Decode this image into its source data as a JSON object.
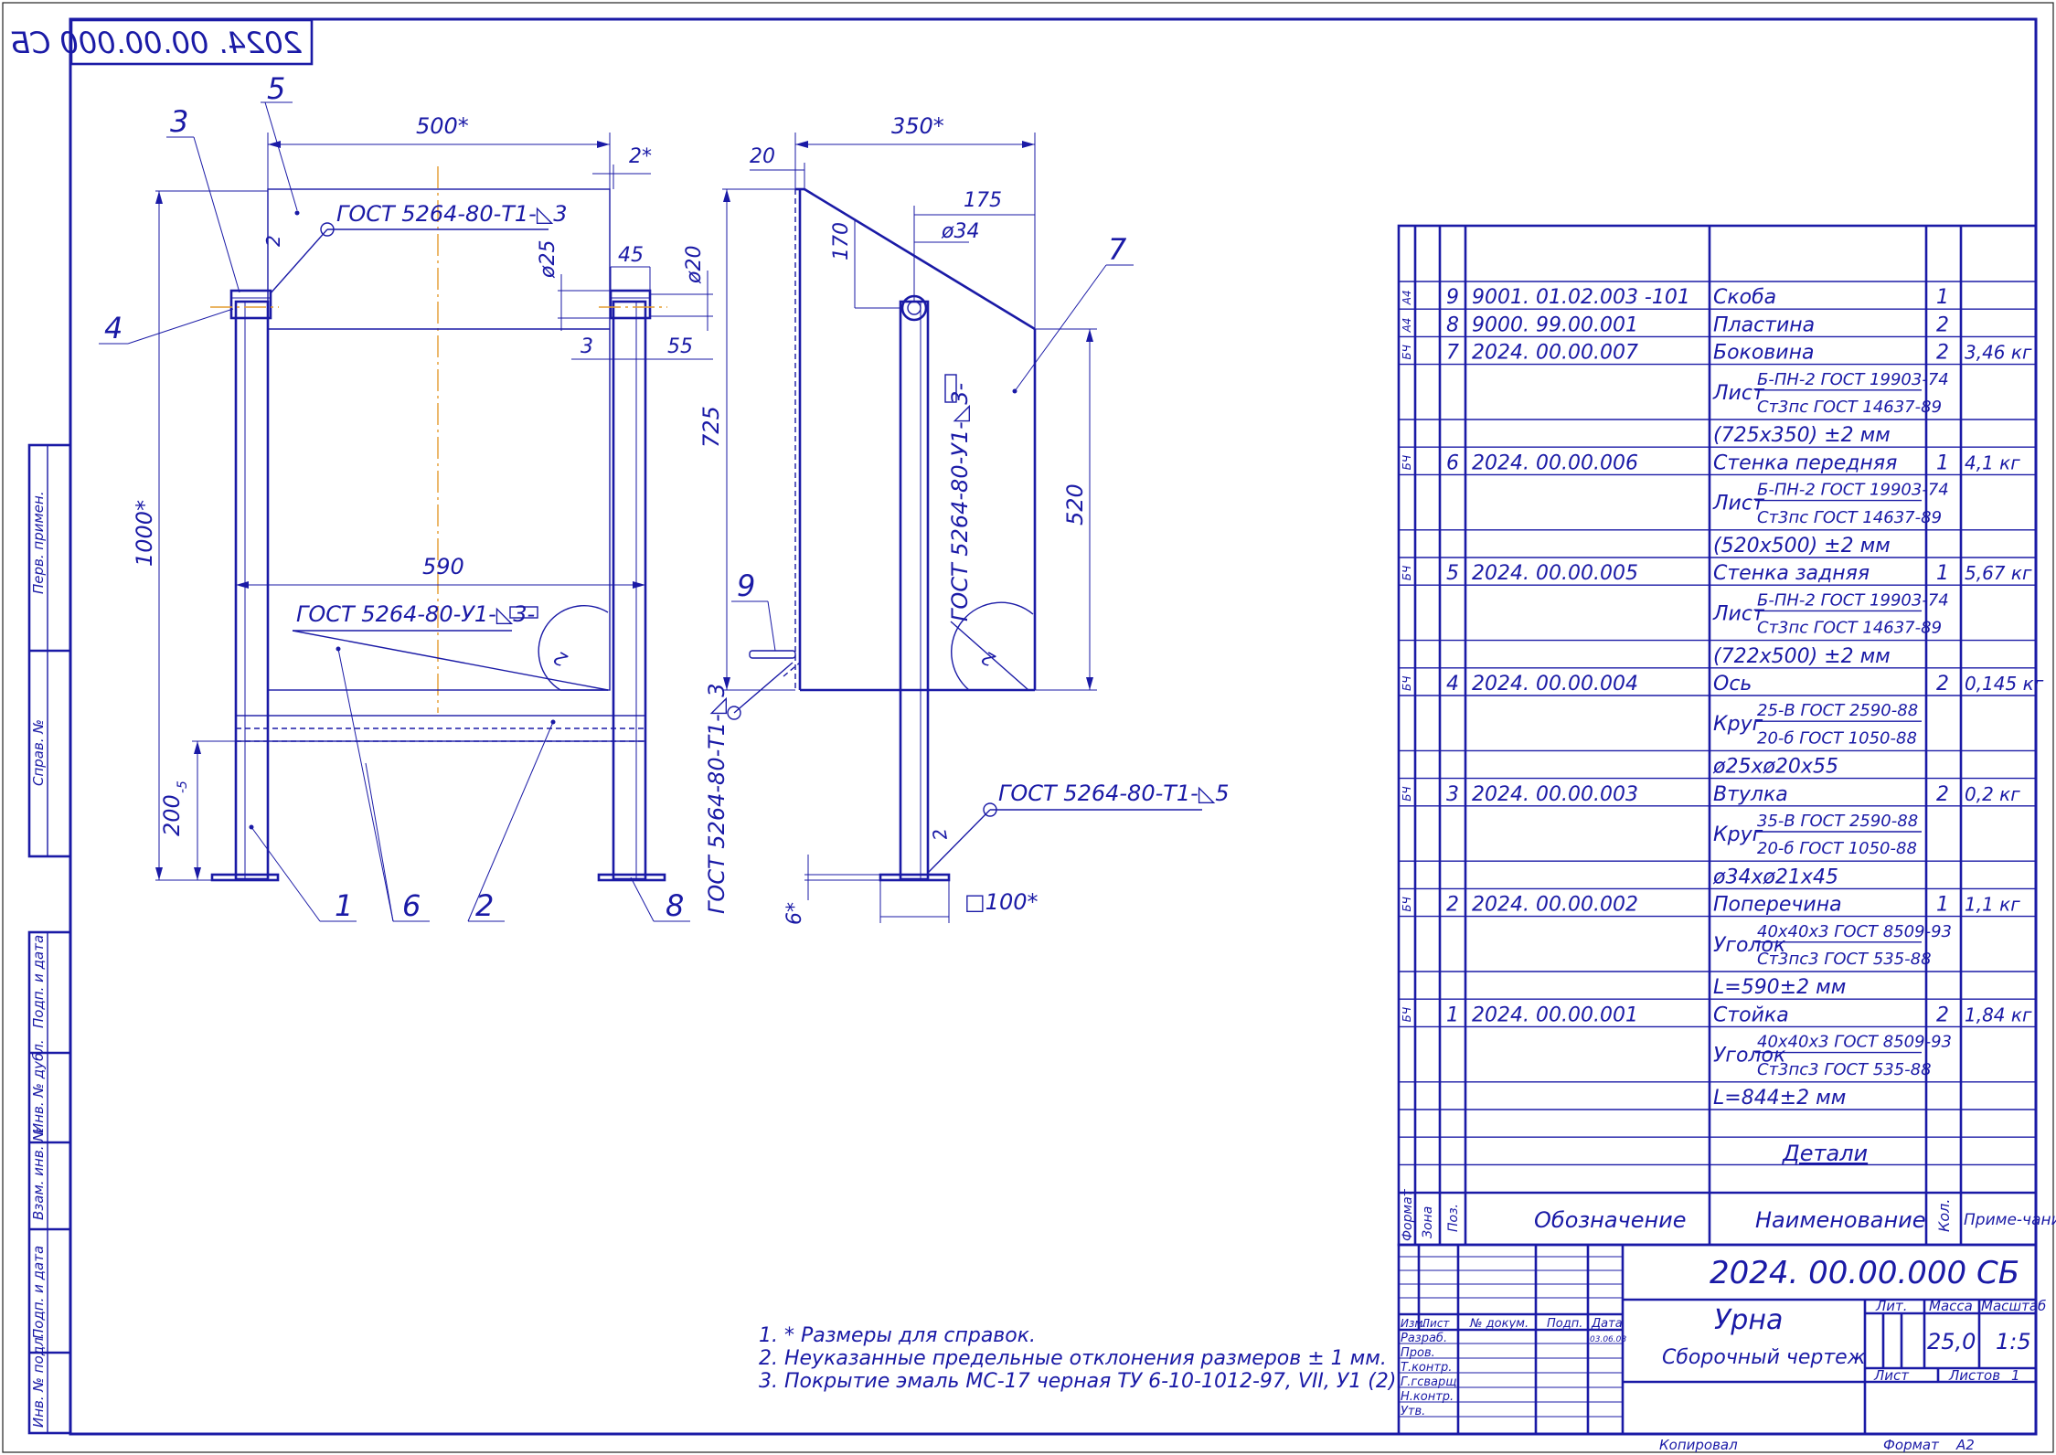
{
  "drawing": {
    "code": "2024. 00.00.000 СБ",
    "code_mirrored": "2024. 00.00.000 СБ",
    "title": "Урна",
    "subtitle": "Сборочный чертеж",
    "mass": "25,0",
    "scale": "1:5",
    "sheets_label": "Листов",
    "sheets_value": "1",
    "sheet_label": "Лист",
    "lit_label": "Лит.",
    "mass_label": "Масса",
    "scale_label": "Масштаб",
    "copied_label": "Копировал",
    "format_label": "Формат",
    "format_value": "А2"
  },
  "stamp_roles": {
    "izm": "Изм.",
    "list": "Лист",
    "doc": "№ докум.",
    "sign": "Подп.",
    "date": "Дата",
    "date_value": "03.06.08",
    "rows": [
      "Разраб.",
      "Пров.",
      "Т.контр.",
      "Г.гсварщ",
      "Н.контр.",
      "Утв."
    ]
  },
  "side_stamp": [
    "Перв. примен.",
    "Справ. №",
    "Подп. и дата",
    "Инв. № дубл.",
    "Взам. инв. №",
    "Подп. и дата",
    "Инв. № подл."
  ],
  "notes": [
    "1. * Размеры для справок.",
    "2. Неуказанные предельные отклонения размеров ± 1 мм.",
    "3. Покрытие  эмаль МС-17 черная ТУ 6-10-1012-97, VII, У1 (2)."
  ],
  "spec": {
    "headers": {
      "format": "Формат",
      "zone": "Зона",
      "pos": "Поз.",
      "designation": "Обозначение",
      "name": "Наименование",
      "qty": "Кол.",
      "note": "Приме-чание"
    },
    "section": "Детали",
    "rows": [
      {
        "fmt": "А4",
        "pos": "9",
        "des": "9001. 01.02.003 -101",
        "name": "Скоба",
        "qty": "1",
        "note": ""
      },
      {
        "fmt": "А4",
        "pos": "8",
        "des": "9000. 99.00.001",
        "name": "Пластина",
        "qty": "2",
        "note": ""
      },
      {
        "fmt": "БЧ",
        "pos": "7",
        "des": "2024. 00.00.007",
        "name": "Боковина",
        "qty": "2",
        "note": "3,46 кг",
        "mat_prefix": "Лист",
        "mat_top": "Б-ПН-2 ГОСТ 19903-74",
        "mat_bot": "Ст3пс ГОСТ 14637-89",
        "size": "(725х350) ±2 мм"
      },
      {
        "fmt": "БЧ",
        "pos": "6",
        "des": "2024. 00.00.006",
        "name": "Стенка передняя",
        "qty": "1",
        "note": "4,1 кг",
        "mat_prefix": "Лист",
        "mat_top": "Б-ПН-2 ГОСТ 19903-74",
        "mat_bot": "Ст3пс ГОСТ 14637-89",
        "size": "(520х500) ±2 мм"
      },
      {
        "fmt": "БЧ",
        "pos": "5",
        "des": "2024. 00.00.005",
        "name": "Стенка задняя",
        "qty": "1",
        "note": "5,67 кг",
        "mat_prefix": "Лист",
        "mat_top": "Б-ПН-2 ГОСТ 19903-74",
        "mat_bot": "Ст3пс ГОСТ 14637-89",
        "size": "(722х500) ±2 мм"
      },
      {
        "fmt": "БЧ",
        "pos": "4",
        "des": "2024. 00.00.004",
        "name": "Ось",
        "qty": "2",
        "note": "0,145 кг",
        "mat_prefix": "Круг",
        "mat_top": "25-В ГОСТ 2590-88",
        "mat_bot": "20-б ГОСТ 1050-88",
        "size": "ø25хø20х55"
      },
      {
        "fmt": "БЧ",
        "pos": "3",
        "des": "2024. 00.00.003",
        "name": "Втулка",
        "qty": "2",
        "note": "0,2 кг",
        "mat_prefix": "Круг",
        "mat_top": "35-В ГОСТ 2590-88",
        "mat_bot": "20-б ГОСТ 1050-88",
        "size": "ø34хø21х45"
      },
      {
        "fmt": "БЧ",
        "pos": "2",
        "des": "2024. 00.00.002",
        "name": "Поперечина",
        "qty": "1",
        "note": "1,1 кг",
        "mat_prefix": "Уголок",
        "mat_top": "40х40х3 ГОСТ 8509-93",
        "mat_bot": "Ст3пс3 ГОСТ 535-88",
        "size": "L=590±2 мм"
      },
      {
        "fmt": "БЧ",
        "pos": "1",
        "des": "2024. 00.00.001",
        "name": "Стойка",
        "qty": "2",
        "note": "1,84 кг",
        "mat_prefix": "Уголок",
        "mat_top": "40х40х3 ГОСТ 8509-93",
        "mat_bot": "Ст3пс3 ГОСТ 535-88",
        "size": "L=844±2 мм"
      }
    ]
  },
  "front_view": {
    "dims": {
      "w500": "500*",
      "w2": "2*",
      "h1000": "1000*",
      "w590": "590",
      "d25": "ø25",
      "w45": "45",
      "d20": "ø20",
      "w3": "3",
      "w55": "55",
      "h200": "200",
      "h200_sub": "-5"
    },
    "welds": {
      "w1": "ГОСТ 5264-80-Т1-◺3",
      "w2": "ГОСТ 5264-80-У1-◺3-",
      "sym": "2"
    },
    "callouts": [
      "3",
      "5",
      "4",
      "1",
      "6",
      "2",
      "8"
    ]
  },
  "side_view": {
    "dims": {
      "w350": "350*",
      "w20": "20",
      "w175": "175",
      "h170": "170",
      "d34": "ø34",
      "h725": "725",
      "h520": "520",
      "h6": "6*",
      "sq100": "□100*"
    },
    "welds": {
      "w3": "ГОСТ 5264-80-У1-◺3-",
      "w4": "ГОСТ 5264-80-Т1-◺3",
      "w5": "ГОСТ 5264-80-Т1-◺5",
      "sym": "2"
    },
    "callouts": [
      "7",
      "9"
    ]
  }
}
